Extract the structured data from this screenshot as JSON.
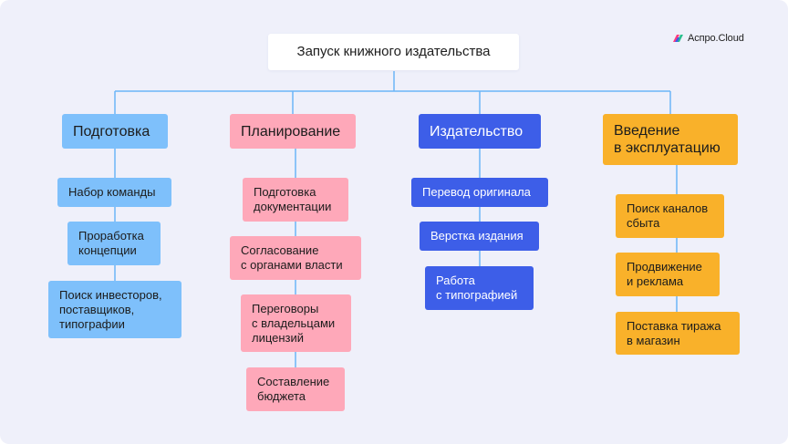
{
  "root": {
    "label": "Запуск книжного издательства"
  },
  "brand": {
    "name": "Аспро.Cloud"
  },
  "colors": {
    "background": "#eff0fa",
    "connector": "#6cb6f8",
    "preparation": "#7ec0fb",
    "planning": "#fea8b9",
    "publishing": "#3d5ee8",
    "commissioning": "#f9b12a"
  },
  "categories": [
    {
      "id": "prep",
      "label": "Подготовка",
      "items": [
        "Набор команды",
        "Проработка\nконцепции",
        "Поиск инвесторов,\nпоставщиков,\nтипографии"
      ]
    },
    {
      "id": "plan",
      "label": "Планирование",
      "items": [
        "Подготовка\nдокументации",
        "Согласование\nс органами власти",
        "Переговоры\nс владельцами\nлицензий",
        "Составление\nбюджета"
      ]
    },
    {
      "id": "pub",
      "label": "Издательство",
      "items": [
        "Перевод оригинала",
        "Верстка издания",
        "Работа\nс типографией"
      ]
    },
    {
      "id": "launch",
      "label": "Введение\nв эксплуатацию",
      "items": [
        "Поиск каналов\nсбыта",
        "Продвижение\nи реклама",
        "Поставка тиража\nв магазин"
      ]
    }
  ]
}
